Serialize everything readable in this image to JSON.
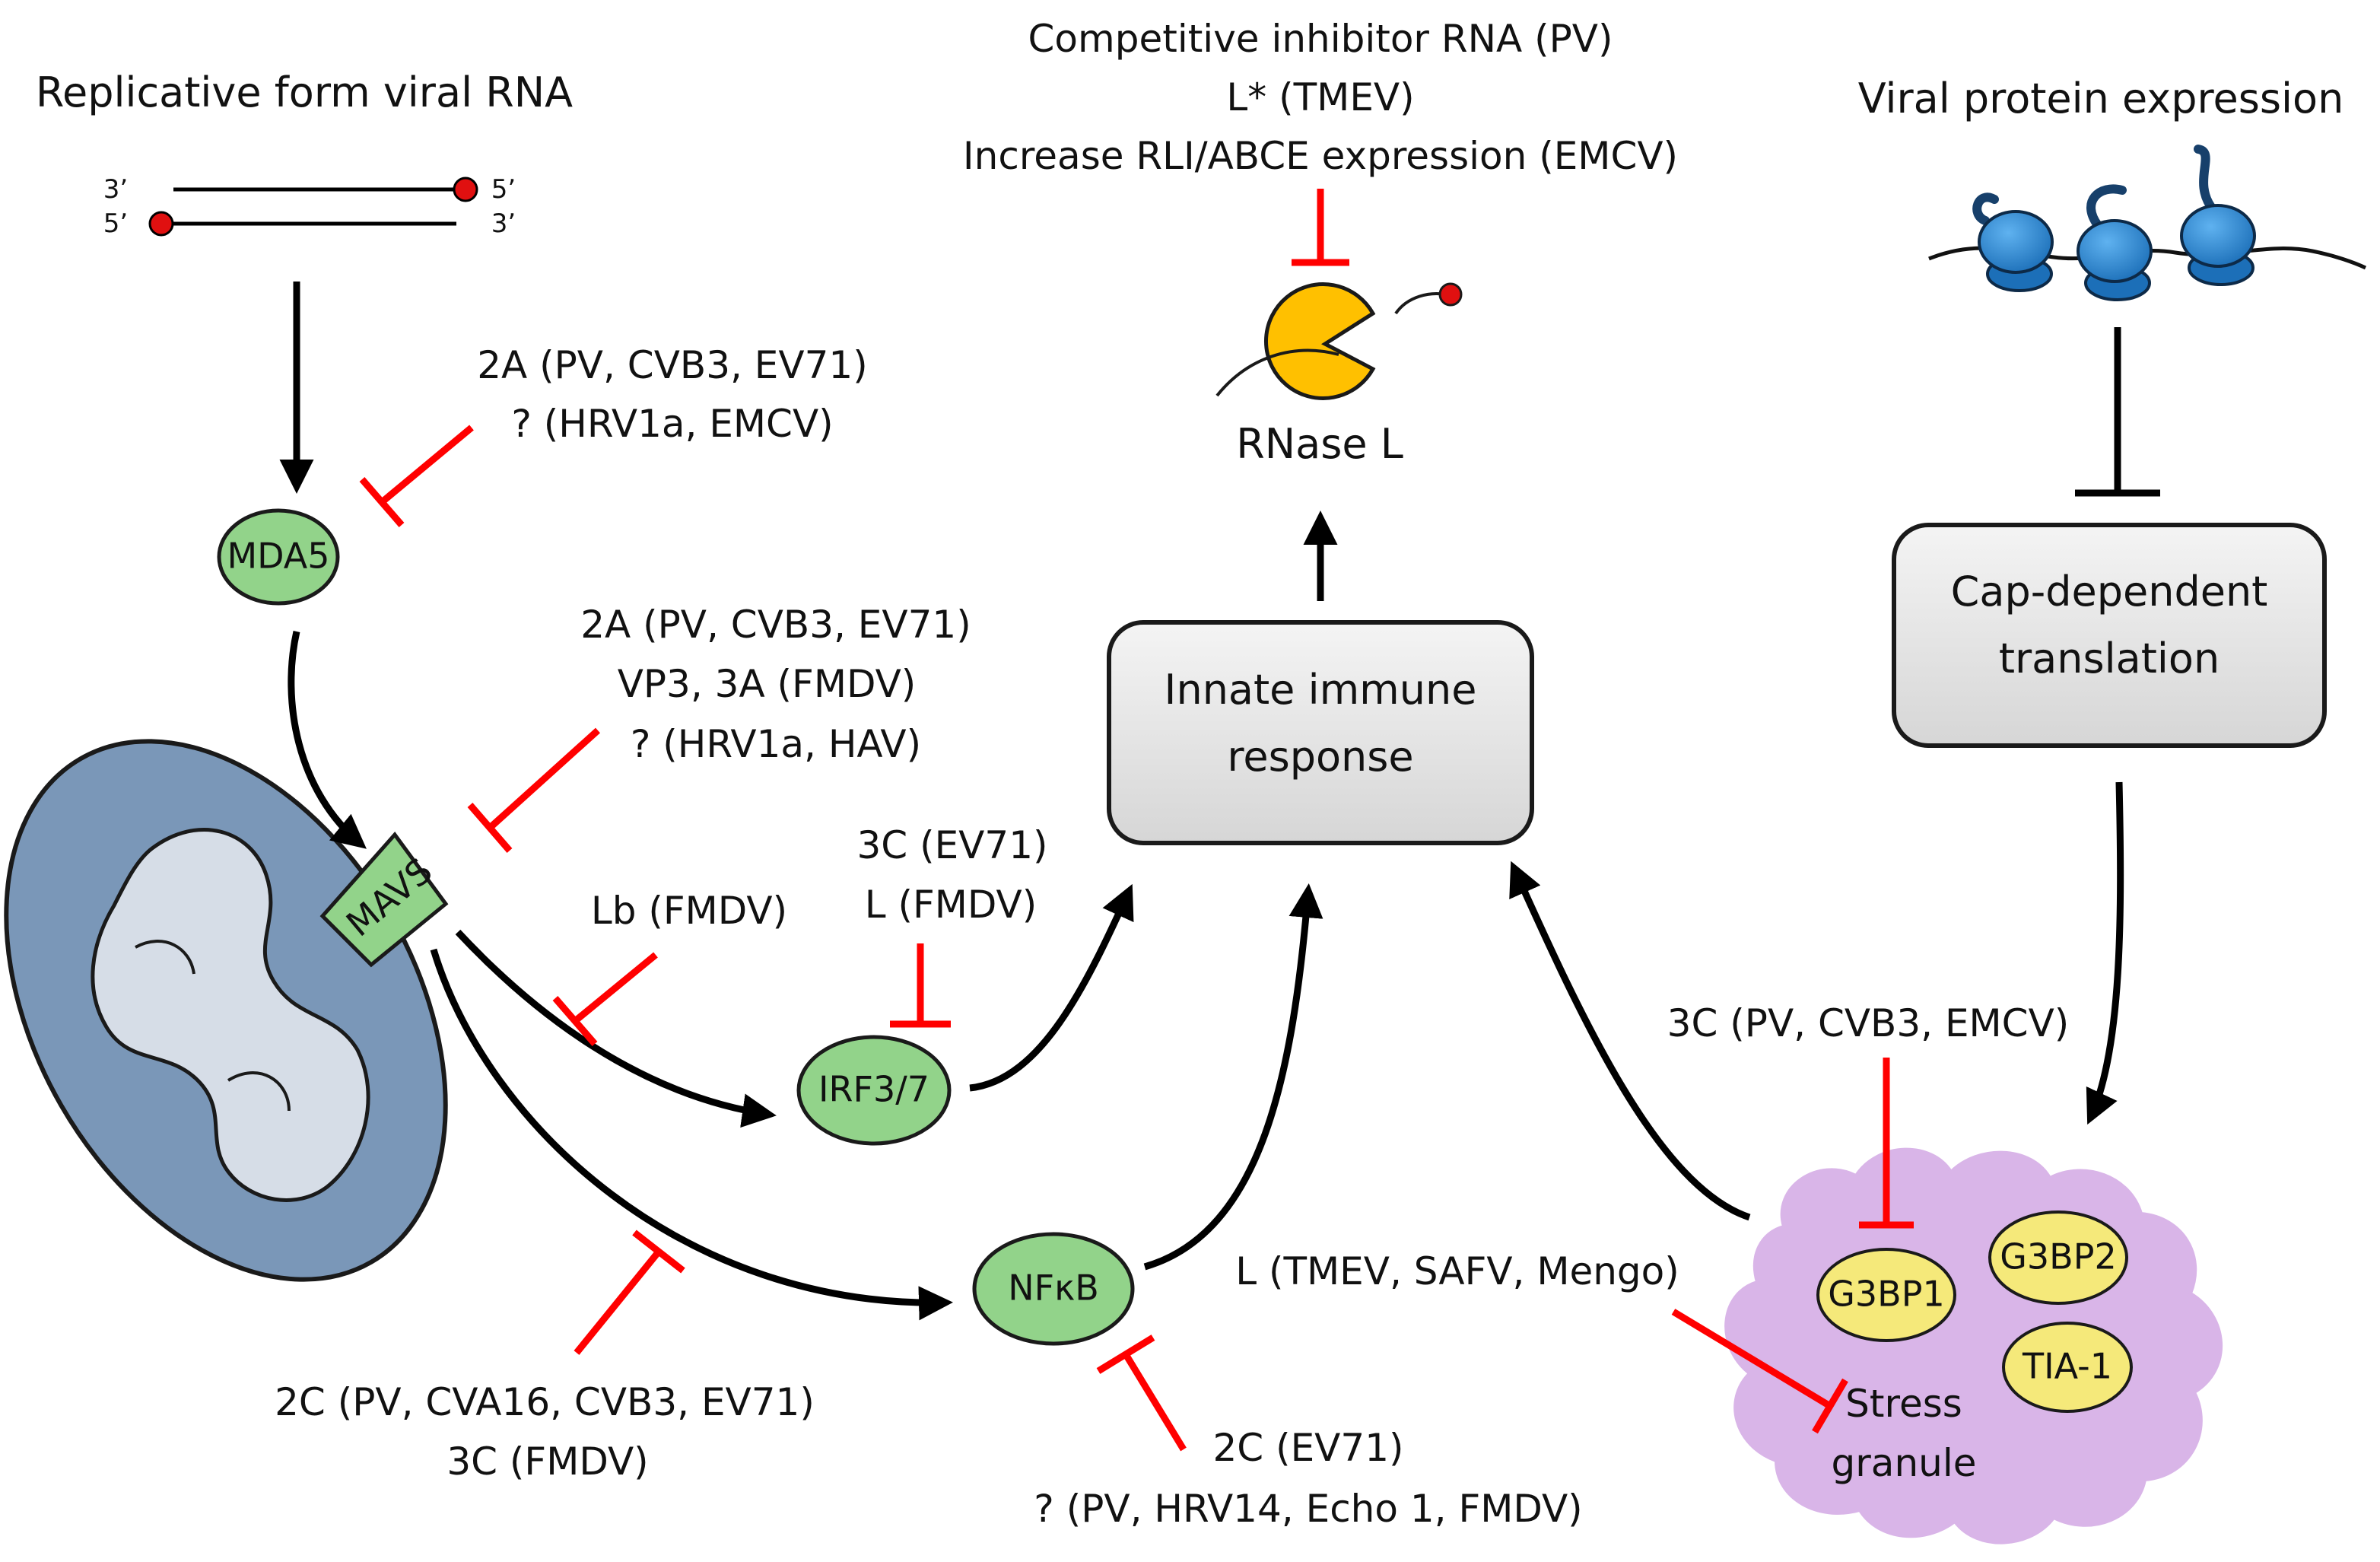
{
  "headers": {
    "replicative_rna": "Replicative form viral RNA",
    "viral_protein": "Viral protein expression"
  },
  "rna_ends": {
    "top_left": "3’",
    "top_right": "5’",
    "bottom_left": "5’",
    "bottom_right": "3’"
  },
  "nodes": {
    "mda5": "MDA5",
    "mavs": "MAVS",
    "irf": "IRF3/7",
    "nfkb": "NFκB",
    "rnase": "RNase L",
    "innate_line1": "Innate immune",
    "innate_line2": "response",
    "cap_line1": "Cap-dependent",
    "cap_line2": "translation",
    "g3bp1": "G3BP1",
    "g3bp2": "G3BP2",
    "tia1": "TIA-1",
    "stress_line1": "Stress",
    "stress_line2": "granule"
  },
  "inhibitors": {
    "rnase": [
      "Competitive inhibitor RNA (PV)",
      "L* (TMEV)",
      "Increase RLI/ABCE expression (EMCV)"
    ],
    "mda5": [
      "2A (PV, CVB3, EV71)",
      "? (HRV1a, EMCV)"
    ],
    "mavs": [
      "2A (PV, CVB3, EV71)",
      "VP3, 3A (FMDV)",
      "? (HRV1a, HAV)"
    ],
    "lb": "Lb (FMDV)",
    "irf": [
      "3C (EV71)",
      "L (FMDV)"
    ],
    "pathway_2c": [
      "2C (PV, CVA16, CVB3, EV71)",
      "3C (FMDV)"
    ],
    "nfkb": [
      "2C (EV71)",
      "? (PV, HRV14, Echo 1, FMDV)"
    ],
    "g3bp1": "3C (PV, CVB3, EMCV)",
    "stress": "L (TMEV, SAFV, Mengo)"
  },
  "colors": {
    "node_green": "#92d38a",
    "inhibit_red": "#ff0000",
    "box_gray": "#e8e8e8",
    "mito_outer": "#7a97b8",
    "mito_inner": "#d6dde7",
    "granule_purple": "#d9b5e8",
    "protein_yellow": "#f5e97a",
    "pacman_yellow": "#ffc000",
    "ribosome_blue": "#2f8fdc",
    "rna_dot": "#e01010"
  }
}
